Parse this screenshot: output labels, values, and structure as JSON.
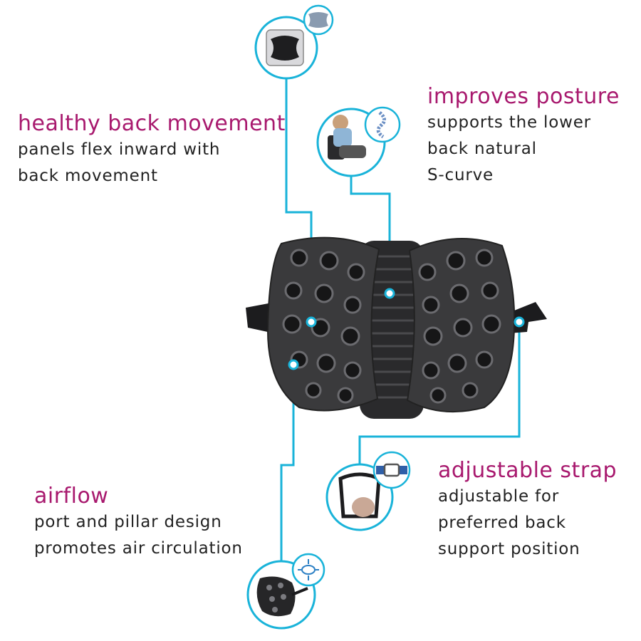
{
  "colors": {
    "accent_line": "#19b3d9",
    "heading": "#a8196e",
    "body_text": "#222222",
    "product": "#3a3a3c"
  },
  "features": {
    "healthy_back": {
      "title": "healthy  back movement",
      "lines": [
        "panels flex inward with",
        "back movement"
      ]
    },
    "posture": {
      "title": "improves posture",
      "lines": [
        "supports the lower",
        "back natural",
        "S-curve"
      ]
    },
    "airflow": {
      "title": "airflow",
      "lines": [
        "port and pillar design",
        "promotes air circulation"
      ]
    },
    "strap": {
      "title": "adjustable strap",
      "lines": [
        "adjustable for",
        "preferred back",
        "support position"
      ]
    }
  },
  "icons": {
    "healthy_back_photo": "back-support-top-view-icon",
    "healthy_back_badge": "flex-panel-icon",
    "posture_photo": "seated-woman-icon",
    "posture_badge": "spine-curve-icon",
    "airflow_photo": "cushion-side-view-icon",
    "airflow_badge": "airflow-arrows-icon",
    "strap_photo": "chair-strap-icon",
    "strap_badge": "buckle-icon"
  }
}
